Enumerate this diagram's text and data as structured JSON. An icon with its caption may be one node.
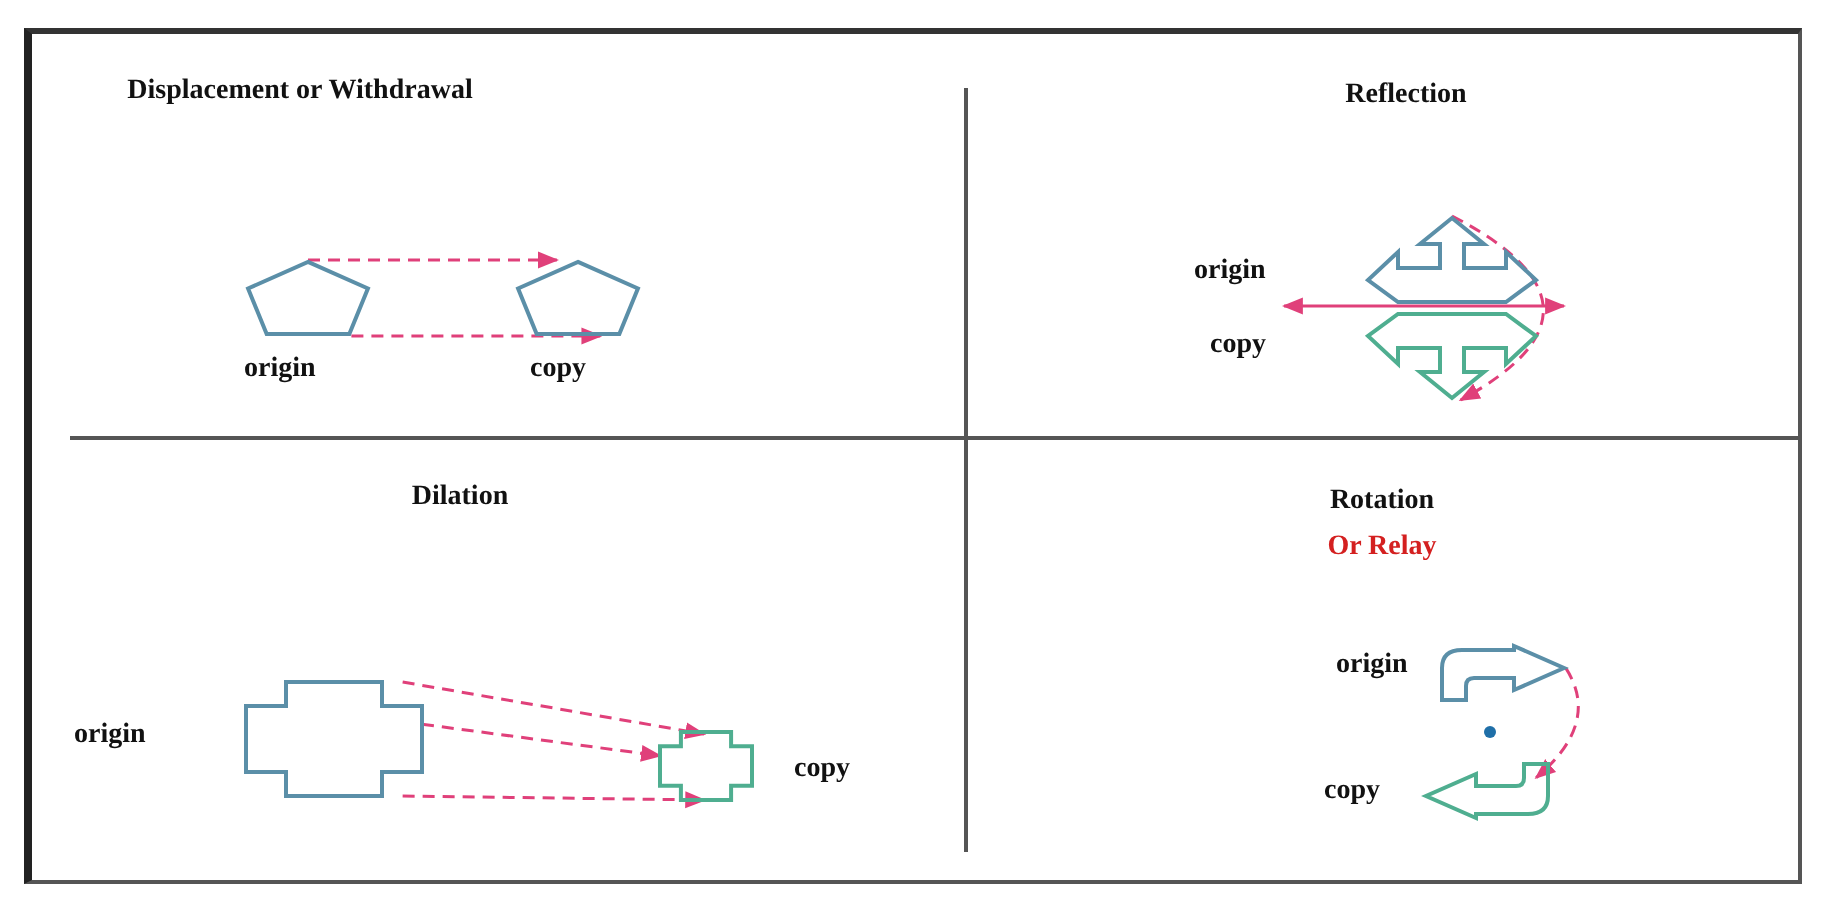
{
  "diagram": {
    "nodes": [
      {
        "text": [],
        "shape": "pentagon",
        "beside": [
          "origin"
        ]
      },
      {
        "text": [],
        "shape": "pentagon",
        "beside": [
          "copy"
        ]
      },
      {
        "text": [],
        "shape": "arrow",
        "beside": [
          "origin"
        ]
      },
      {
        "text": [],
        "shape": "arrow",
        "beside": [
          "copy"
        ]
      },
      {
        "text": [],
        "shape": "cross",
        "beside": [
          "origin"
        ]
      },
      {
        "text": [],
        "shape": "cross",
        "beside": [
          "copy"
        ]
      },
      {
        "text": [],
        "shape": "arrow",
        "beside": [
          "origin"
        ]
      },
      {
        "text": [],
        "shape": "arrow",
        "beside": [
          "copy"
        ]
      }
    ],
    "edges": [
      {
        "from": 0,
        "to": 1,
        "arrow": "to",
        "style": "dashed"
      },
      {
        "from": 0,
        "to": 1,
        "arrow": "to",
        "style": "dashed"
      },
      {
        "from": 2,
        "to": 3,
        "arrow": "to",
        "style": "dashed"
      },
      {
        "from": 4,
        "to": 5,
        "arrow": "to",
        "style": "dashed"
      },
      {
        "from": 4,
        "to": 5,
        "arrow": "to",
        "style": "dashed"
      },
      {
        "from": 4,
        "to": 5,
        "arrow": "to",
        "style": "dashed"
      },
      {
        "from": 6,
        "to": 7,
        "arrow": "to",
        "style": "dashed"
      }
    ],
    "labels": [
      "Displacement or Withdrawal",
      "Reflection",
      "Dilation",
      "Rotation",
      "Or Relay"
    ]
  }
}
